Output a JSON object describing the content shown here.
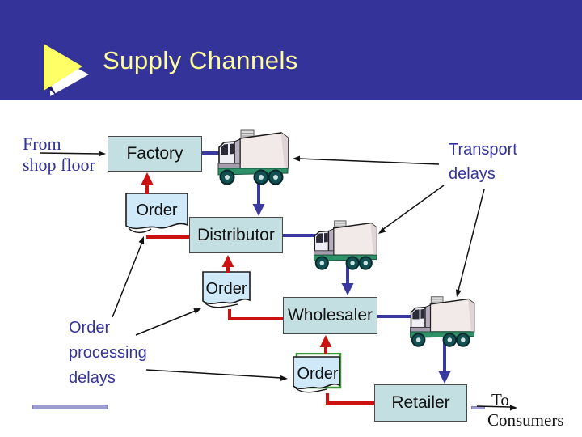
{
  "slide": {
    "title": "Supply Channels"
  },
  "nodes": {
    "factory": "Factory",
    "distributor": "Distributor",
    "wholesaler": "Wholesaler",
    "retailer": "Retailer"
  },
  "orders": [
    "Order",
    "Order",
    "Order"
  ],
  "labels": {
    "from_shop_floor": [
      "From",
      "shop floor"
    ],
    "transport_delays": [
      "Transport",
      "delays"
    ],
    "order_processing_delays": [
      "Order",
      "processing",
      "delays"
    ],
    "to_consumers": [
      "To",
      "Consumers"
    ]
  },
  "icons": {
    "logo": "play-triangle-icon",
    "trucks": [
      "truck-icon",
      "truck-icon",
      "truck-icon"
    ]
  },
  "colors": {
    "header_background": "#333399",
    "title_text": "#ffff99",
    "node_fill": "#c3dfe2",
    "document_fill": "#cfe9f8",
    "document3_border": "#339933",
    "goods_flow": "#3a3a9e",
    "order_flow": "#cc1111",
    "annotation_text": "#333399",
    "annotation_line": "#111111",
    "accent_bar": "#9c9cd0"
  }
}
